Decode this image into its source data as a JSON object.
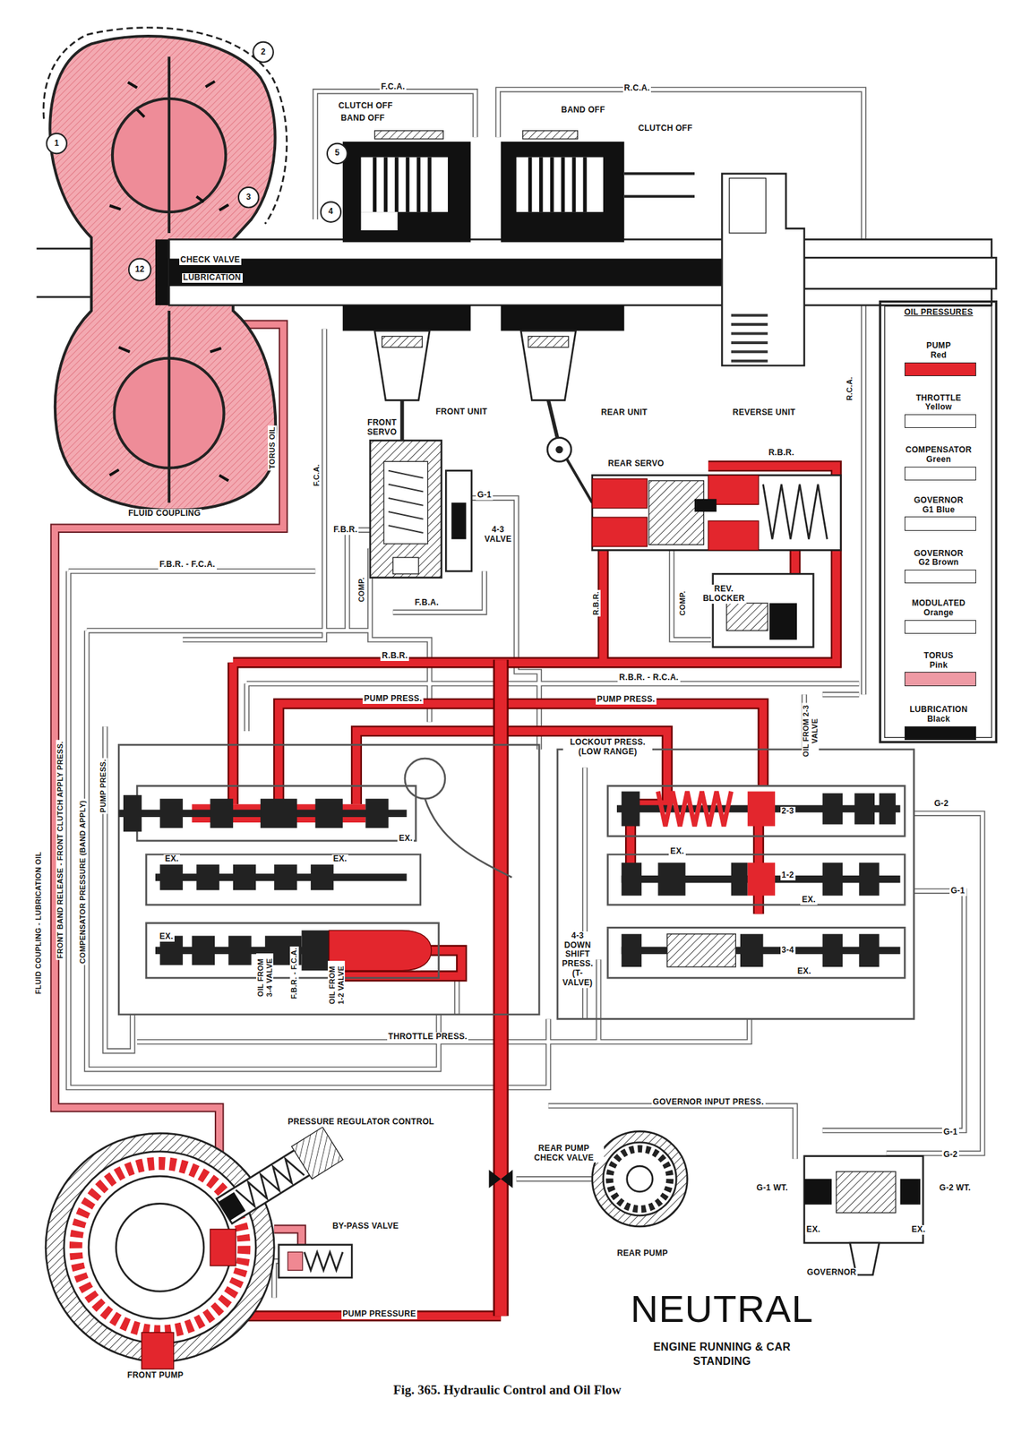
{
  "diagram": {
    "title": "NEUTRAL",
    "caption": "Fig. 365. Hydraulic Control and Oil Flow",
    "nodes": [
      {
        "text": [
          "FRONT UNIT"
        ]
      },
      {
        "text": [
          "REAR UNIT"
        ]
      },
      {
        "text": [
          "REVERSE UNIT"
        ]
      },
      {
        "text": [
          "FLUID COUPLING"
        ]
      },
      {
        "text": [
          "FRONT SERVO"
        ]
      },
      {
        "text": [
          "REAR SERVO"
        ]
      },
      {
        "text": [
          "REV. BLOCKER"
        ]
      },
      {
        "text": [
          "FRONT PUMP"
        ]
      },
      {
        "text": [
          "REAR PUMP"
        ]
      },
      {
        "text": [
          "GOVERNOR"
        ]
      }
    ],
    "labels": [
      "1",
      "2",
      "3",
      "4",
      "5",
      "12",
      "F.C.A.",
      "R.C.A.",
      "CLUTCH OFF",
      "BAND OFF",
      "BAND OFF",
      "CLUTCH OFF",
      "CHECK VALVE",
      "LUBRICATION",
      "R.C.A.",
      "TORUS OIL",
      "F.C.A.",
      "G-1",
      "4-3 VALVE",
      "F.B.R.",
      "F.B.R. - F.C.A.",
      "COMP.",
      "F.B.A.",
      "R.B.R.",
      "R.B.R.",
      "COMP.",
      "R.B.R.",
      "R.B.R. - R.C.A.",
      "PUMP PRESS.",
      "PUMP PRESS.",
      "LOCKOUT PRESS. (LOW RANGE)",
      "OIL FROM 2-3 VALVE",
      "FLUID COUPLING - LUBRICATION OIL",
      "FRONT BAND RELEASE - FRONT CLUTCH APPLY PRESS.",
      "COMPENSATOR PRESSURE (BAND APPLY)",
      "PUMP PRESS.",
      "EX.",
      "EX.",
      "EX.",
      "EX.",
      "2-3",
      "G-2",
      "EX.",
      "1-2",
      "EX.",
      "G-1",
      "4-3 DOWN SHIFT PRESS. (T-VALVE)",
      "3-4",
      "EX.",
      "OIL FROM 3-4 VALVE",
      "F.B.R. - F.C.A.",
      "OIL FROM 1-2 VALVE",
      "THROTTLE PRESS.",
      "GOVERNOR INPUT PRESS.",
      "G-1",
      "G-2",
      "PRESSURE REGULATOR CONTROL",
      "REAR PUMP CHECK VALVE",
      "G-1 WT.",
      "G-2 WT.",
      "BY-PASS VALVE",
      "EX.",
      "EX.",
      "PUMP PRESSURE",
      "ENGINE RUNNING & CAR STANDING",
      "OIL PRESSURES"
    ],
    "legend": [
      {
        "text": "PUMP Red",
        "color": "#e3262d"
      },
      {
        "text": "THROTTLE Yellow",
        "color": "#ffffff"
      },
      {
        "text": "COMPENSATOR Green",
        "color": "#ffffff"
      },
      {
        "text": "GOVERNOR G1 Blue",
        "color": "#ffffff"
      },
      {
        "text": "GOVERNOR G2 Brown",
        "color": "#ffffff"
      },
      {
        "text": "MODULATED Orange",
        "color": "#ffffff"
      },
      {
        "text": "TORUS Pink",
        "color": "#ee9aa4"
      },
      {
        "text": "LUBRICATION Black",
        "color": "#111111"
      }
    ]
  }
}
